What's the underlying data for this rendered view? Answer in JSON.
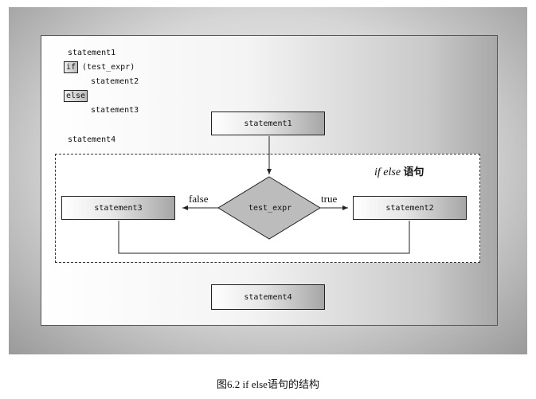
{
  "code": {
    "line1": "statement1",
    "if_kw": "if",
    "if_cond": "(test_expr)",
    "line2": "statement2",
    "else_kw": "else",
    "line3": "statement3",
    "line4": "statement4"
  },
  "flow": {
    "statement1": "statement1",
    "test_expr": "test_expr",
    "statement2": "statement2",
    "statement3": "statement3",
    "statement4": "statement4",
    "false_label": "false",
    "true_label": "true",
    "title_italic": "if else",
    "title_zh": "语句"
  },
  "caption": "图6.2 if else语句的结构"
}
